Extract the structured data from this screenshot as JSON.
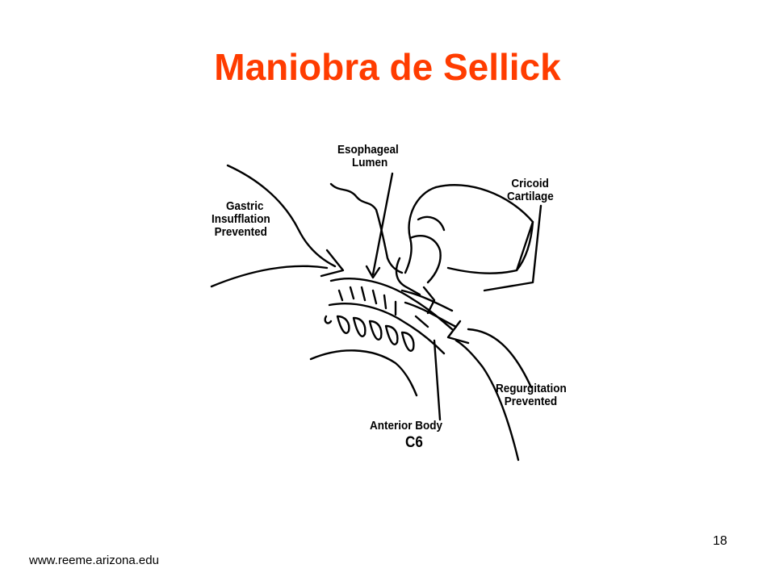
{
  "slide": {
    "title": "Maniobra de Sellick",
    "footer_url": "www.reeme.arizona.edu",
    "page_number": "18"
  },
  "diagram": {
    "labels": {
      "esophageal_lumen": [
        "Esophageal",
        "Lumen"
      ],
      "cricoid_cartilage": [
        "Cricoid",
        "Cartilage"
      ],
      "gastric_insufflation": [
        "Gastric",
        "Insufflation",
        "Prevented"
      ],
      "regurgitation": [
        "Regurgitation",
        "Prevented"
      ],
      "anterior_body": [
        "Anterior Body",
        "C6"
      ]
    }
  }
}
